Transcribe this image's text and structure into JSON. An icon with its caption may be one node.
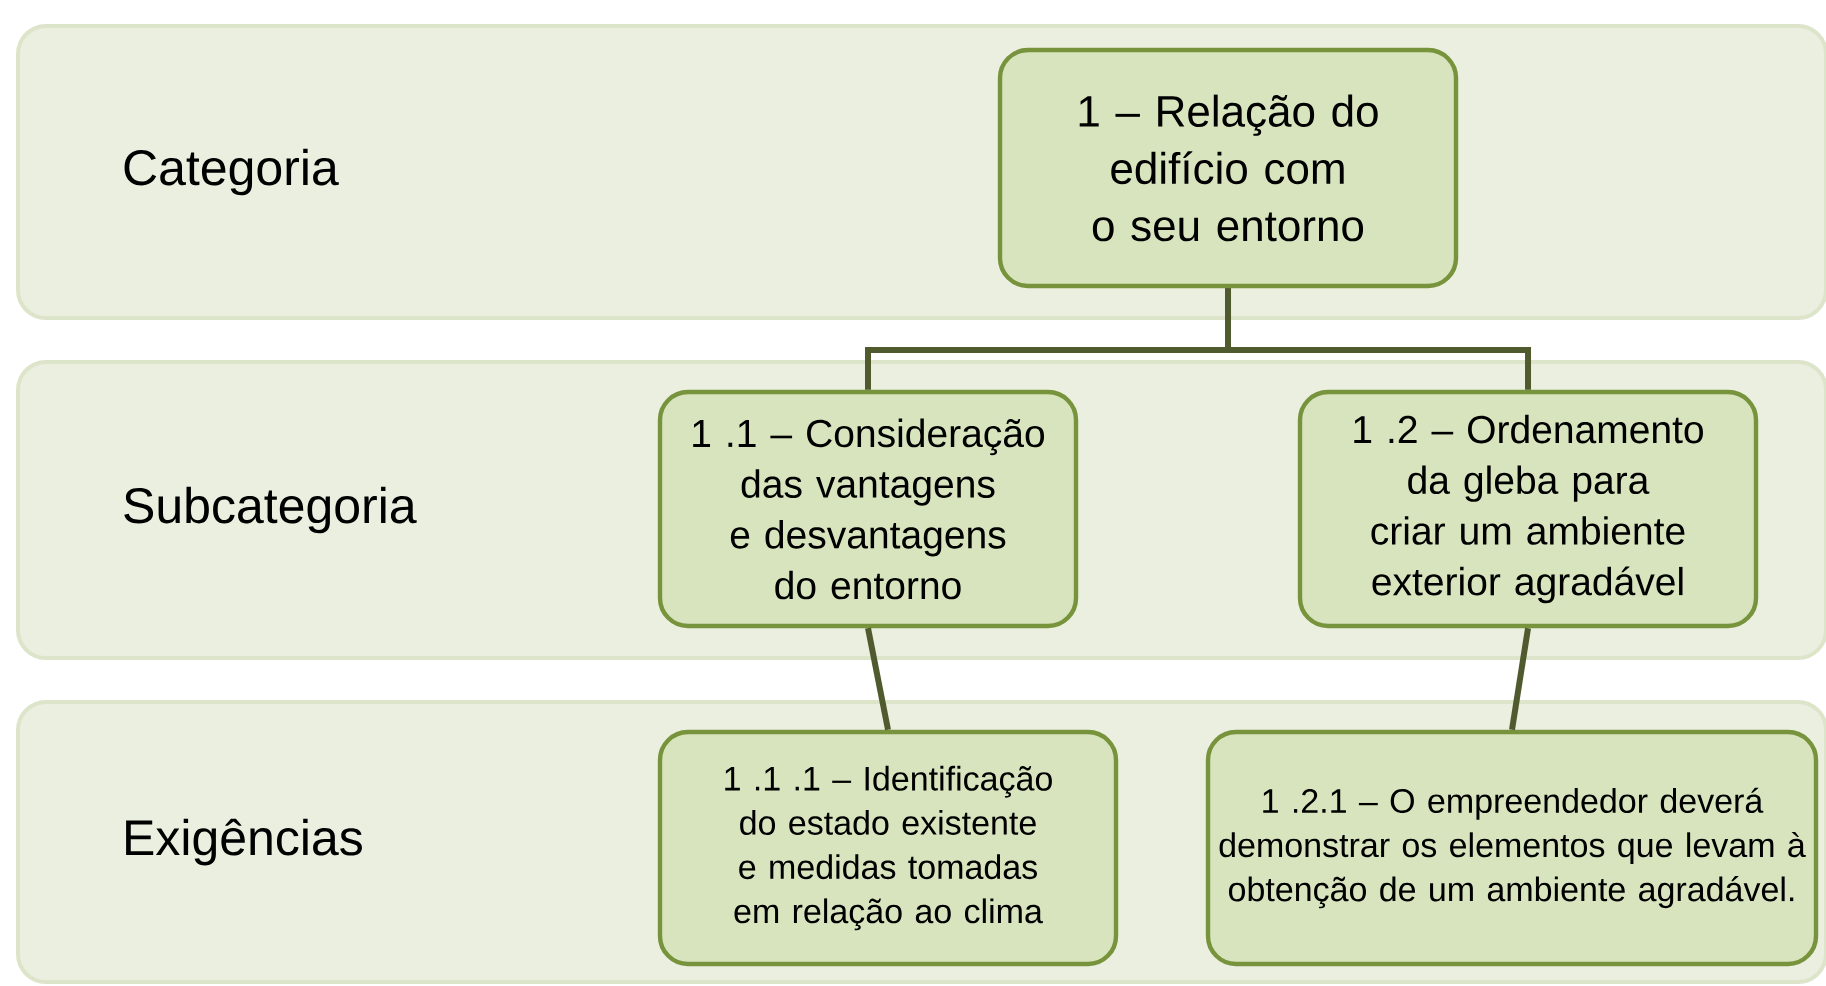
{
  "diagram": {
    "nodes": [
      {
        "text": [
          "Categoria"
        ]
      },
      {
        "text": [
          "1 – Relação do edifício com o seu entorno"
        ],
        "in": 0
      },
      {
        "text": [
          "Subcategoria"
        ]
      },
      {
        "text": [
          "1 .1 – Consideração das vantagens e desvantagens do entorno"
        ],
        "in": 2
      },
      {
        "text": [
          "1 .2 – Ordenamento da gleba para criar um ambiente exterior agradável"
        ],
        "in": 2
      },
      {
        "text": [
          "Exigências"
        ]
      },
      {
        "text": [
          "1 .1 .1 – Identificação do estado existente e medidas tomadas em relação ao clima"
        ],
        "in": 5
      },
      {
        "text": [
          "1 .2.1 – O empreendedor deverá demonstrar os elementos que levam à obtenção de um ambiente agradável."
        ],
        "in": 5
      }
    ],
    "edges": [
      {
        "from": 1,
        "to": 3,
        "arrow": "none"
      },
      {
        "from": 1,
        "to": 4,
        "arrow": "none"
      },
      {
        "from": 3,
        "to": 6,
        "arrow": "none"
      },
      {
        "from": 4,
        "to": 7,
        "arrow": "none"
      }
    ]
  }
}
